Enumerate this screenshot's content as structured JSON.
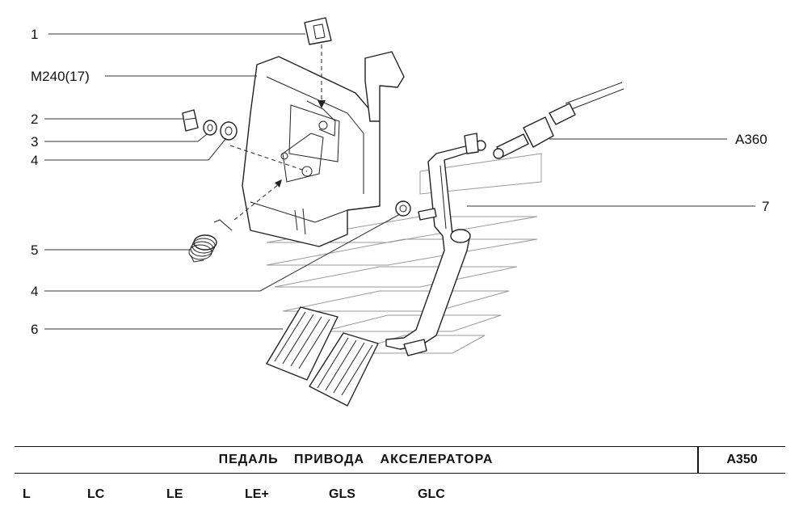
{
  "callouts": {
    "c1": "1",
    "m240": "M240(17)",
    "c2": "2",
    "c3": "3",
    "c4a": "4",
    "c5": "5",
    "c4b": "4",
    "c6": "6",
    "a360": "A360",
    "c7": "7"
  },
  "title_block": {
    "title": "ПЕДАЛЬ ПРИВОДА АКСЕЛЕРАТОРА",
    "code": "A350"
  },
  "variants": [
    "L",
    "LC",
    "LE",
    "LE+",
    "GLS",
    "GLC"
  ]
}
